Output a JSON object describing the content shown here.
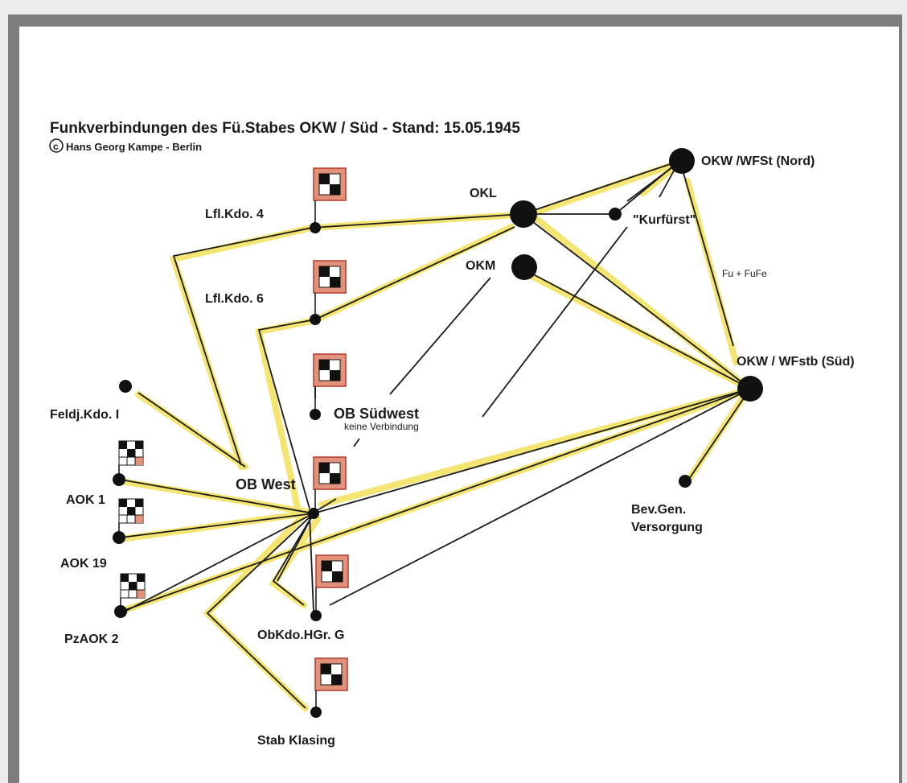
{
  "title": "Funkverbindungen des Fü.Stabes OKW / Süd - Stand: 15.05.1945",
  "credit": {
    "symbol": "c",
    "text": "Hans Georg Kampe  -  Berlin"
  },
  "nodes": {
    "okw_nord": "OKW /WFSt (Nord)",
    "okl": "OKL",
    "kurfuerst": "\"Kurfürst\"",
    "okm": "OKM",
    "lfl4": "Lfl.Kdo. 4",
    "lfl6": "Lfl.Kdo. 6",
    "ob_suedwest": "OB Südwest",
    "keine_verbindung": "keine Verbindung",
    "feldj": "Feldj.Kdo. I",
    "ob_west": "OB West",
    "aok1": "AOK 1",
    "aok19": "AOK 19",
    "pzaok2": "PzAOK 2",
    "obkdo": "ObKdo.HGr. G",
    "stab_klasing": "Stab Klasing",
    "okw_sued": "OKW / WFstb (Süd)",
    "bev_gen_1": "Bev.Gen.",
    "bev_gen_2": "Versorgung"
  },
  "edge_labels": {
    "fu_fufe": "Fu + FuFe"
  },
  "colors": {
    "highlight": "#f3e15a",
    "line": "#1a1a1a",
    "flag_fill": "#e2917a",
    "flag_border": "#b23a2a"
  }
}
